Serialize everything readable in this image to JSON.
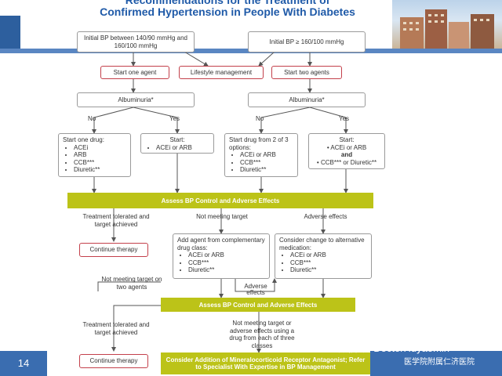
{
  "title": {
    "line1": "Recommendations for the Treatment of",
    "line2": "Confirmed Hypertension in People With Diabetes"
  },
  "page_number": "14",
  "watermark": {
    "wechat": "微信号: DoctorHuyaomin",
    "hospital": "医学院附属仁济医院"
  },
  "flow": {
    "bp_mid": "Initial BP between 140/90 mmHg and 160/100 mmHg",
    "bp_high": "Initial BP ≥ 160/100 mmHg",
    "start_one_agent": "Start one agent",
    "lifestyle": "Lifestyle management",
    "start_two_agents": "Start two agents",
    "albuminuria_left": "Albuminuria*",
    "albuminuria_right": "Albuminuria*",
    "no_left": "No",
    "yes_left": "Yes",
    "no_right": "No",
    "yes_right": "Yes",
    "box_one_drug": {
      "title": "Start one drug:",
      "items": [
        "ACEi",
        "ARB",
        "CCB***",
        "Diuretic**"
      ]
    },
    "box_start_acei": {
      "title": "Start:",
      "items": [
        "ACEi or ARB"
      ]
    },
    "box_two_of_three": {
      "title": "Start drug from 2 of 3 options:",
      "items": [
        "ACEi or ARB",
        "CCB***",
        "Diuretic**"
      ]
    },
    "box_start_combo": {
      "title": "Start:",
      "line1": "• ACEi or ARB",
      "line2": "and",
      "line3": "• CCB*** or Diuretic**"
    },
    "assess1": "Assess BP Control and Adverse Effects",
    "tolerated1": "Treatment tolerated and target achieved",
    "not_meeting1": "Not meeting target",
    "adverse1": "Adverse effects",
    "continue1": "Continue therapy",
    "add_agent": {
      "title": "Add agent from complementary drug class:",
      "items": [
        "ACEi or ARB",
        "CCB***",
        "Diuretic**"
      ]
    },
    "consider_change": {
      "title": "Consider change to alternative medication:",
      "items": [
        "ACEi or ARB",
        "CCB***",
        "Diuretic**"
      ]
    },
    "not_meeting_two": "Not meeting target on two agents",
    "adverse_effects_small": "Adverse effects",
    "assess2": "Assess BP Control and Adverse Effects",
    "tolerated2": "Treatment tolerated and target achieved",
    "not_meeting_three": "Not meeting target or adverse effects using a drug from each of three classes",
    "continue2": "Continue therapy",
    "final": "Consider Addition of Mineralocorticoid Receptor Antagonist; Refer to Specialist With Expertise in BP Management"
  }
}
